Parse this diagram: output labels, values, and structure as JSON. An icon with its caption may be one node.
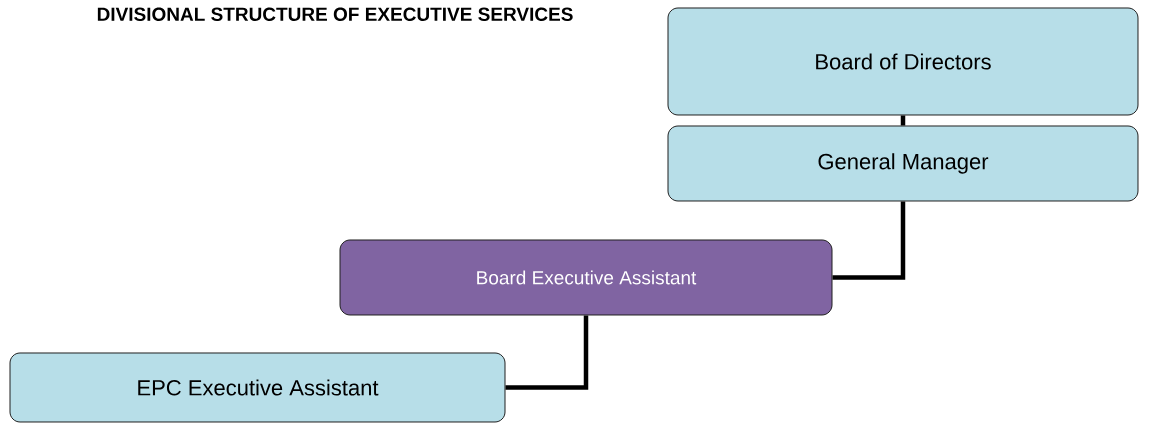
{
  "diagram": {
    "title": "DIVISIONAL STRUCTURE OF EXECUTIVE SERVICES",
    "nodes": [
      {
        "text": [
          "Board of Directors"
        ]
      },
      {
        "text": [
          "General Manager"
        ]
      },
      {
        "text": [
          "Board Executive Assistant"
        ]
      },
      {
        "text": [
          "EPC Executive Assistant"
        ]
      }
    ],
    "edges": [
      {
        "from": 0,
        "to": 1,
        "arrow": "none"
      },
      {
        "from": 1,
        "to": 2,
        "arrow": "none"
      },
      {
        "from": 2,
        "to": 3,
        "arrow": "none"
      }
    ]
  }
}
